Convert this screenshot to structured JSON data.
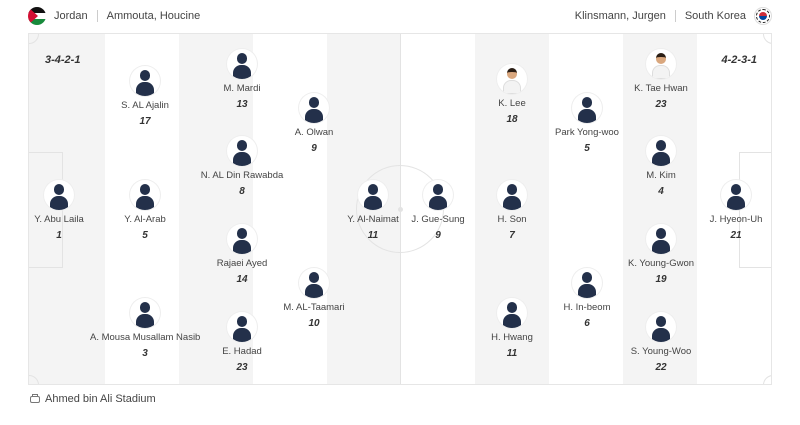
{
  "header": {
    "home_team": "Jordan",
    "home_coach": "Ammouta, Houcine",
    "away_coach": "Klinsmann, Jurgen",
    "away_team": "South Korea",
    "home_flag_icon": "jordan-flag-icon",
    "away_flag_icon": "south-korea-flag-icon"
  },
  "formations": {
    "home": "3-4-2-1",
    "away": "4-2-3-1"
  },
  "home_players": [
    {
      "name": "Y. Abu Laila",
      "number": "1"
    },
    {
      "name": "S. AL Ajalin",
      "number": "17"
    },
    {
      "name": "Y. Al-Arab",
      "number": "5"
    },
    {
      "name": "A. Mousa Musallam Nasib",
      "number": "3"
    },
    {
      "name": "M. Mardi",
      "number": "13"
    },
    {
      "name": "N. AL Din Rawabda",
      "number": "8"
    },
    {
      "name": "Rajaei Ayed",
      "number": "14"
    },
    {
      "name": "E. Hadad",
      "number": "23"
    },
    {
      "name": "A. Olwan",
      "number": "9"
    },
    {
      "name": "M. AL-Taamari",
      "number": "10"
    },
    {
      "name": "Y. Al-Naimat",
      "number": "11"
    }
  ],
  "away_players": [
    {
      "name": "J. Gue-Sung",
      "number": "9"
    },
    {
      "name": "K. Lee",
      "number": "18"
    },
    {
      "name": "H. Son",
      "number": "7"
    },
    {
      "name": "H. Hwang",
      "number": "11"
    },
    {
      "name": "Park Yong-woo",
      "number": "5"
    },
    {
      "name": "H. In-beom",
      "number": "6"
    },
    {
      "name": "K. Tae Hwan",
      "number": "23"
    },
    {
      "name": "M. Kim",
      "number": "4"
    },
    {
      "name": "K. Young-Gwon",
      "number": "19"
    },
    {
      "name": "S. Young-Woo",
      "number": "22"
    },
    {
      "name": "J. Hyeon-Uh",
      "number": "21"
    }
  ],
  "stadium": {
    "name": "Ahmed bin Ali Stadium",
    "icon": "stadium-icon"
  }
}
